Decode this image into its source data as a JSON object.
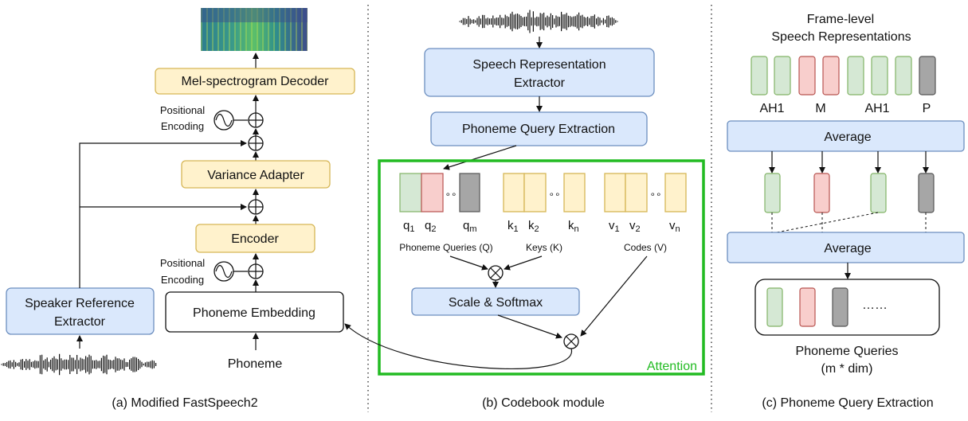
{
  "panel_a": {
    "caption": "(a) Modified FastSpeech2",
    "decoder": "Mel-spectrogram Decoder",
    "variance_adapter": "Variance Adapter",
    "encoder": "Encoder",
    "phoneme_embedding": "Phoneme Embedding",
    "phoneme_input": "Phoneme",
    "speaker_extractor_line1": "Speaker Reference",
    "speaker_extractor_line2": "Extractor",
    "pos_enc_top_line1": "Positional",
    "pos_enc_top_line2": "Encoding",
    "pos_enc_bottom_line1": "Positional",
    "pos_enc_bottom_line2": "Encoding"
  },
  "panel_b": {
    "caption": "(b) Codebook module",
    "speech_extractor_line1": "Speech Representation",
    "speech_extractor_line2": "Extractor",
    "phoneme_query_extraction": "Phoneme Query Extraction",
    "attention_label": "Attention",
    "queries_label": "Phoneme Queries (Q)",
    "keys_label": "Keys (K)",
    "codes_label": "Codes (V)",
    "scale_softmax": "Scale & Softmax",
    "q_labels": [
      "q",
      "q",
      "q"
    ],
    "q_subs": [
      "1",
      "2",
      "m"
    ],
    "k_labels": [
      "k",
      "k",
      "k"
    ],
    "k_subs": [
      "1",
      "2",
      "n"
    ],
    "v_labels": [
      "v",
      "v",
      "v"
    ],
    "v_subs": [
      "1",
      "2",
      "n"
    ],
    "ellipsis": "∘∘",
    "colors": {
      "attention_border": "#22bb22",
      "attention_text": "#22bb22"
    }
  },
  "panel_c": {
    "caption": "(c) Phoneme Query Extraction",
    "title_line1": "Frame-level",
    "title_line2": "Speech Representations",
    "frame_labels": [
      "AH1",
      "M",
      "AH1",
      "P"
    ],
    "average_top": "Average",
    "average_bottom": "Average",
    "queries_line1": "Phoneme Queries",
    "queries_line2": "(m * dim)",
    "dots": "……"
  }
}
